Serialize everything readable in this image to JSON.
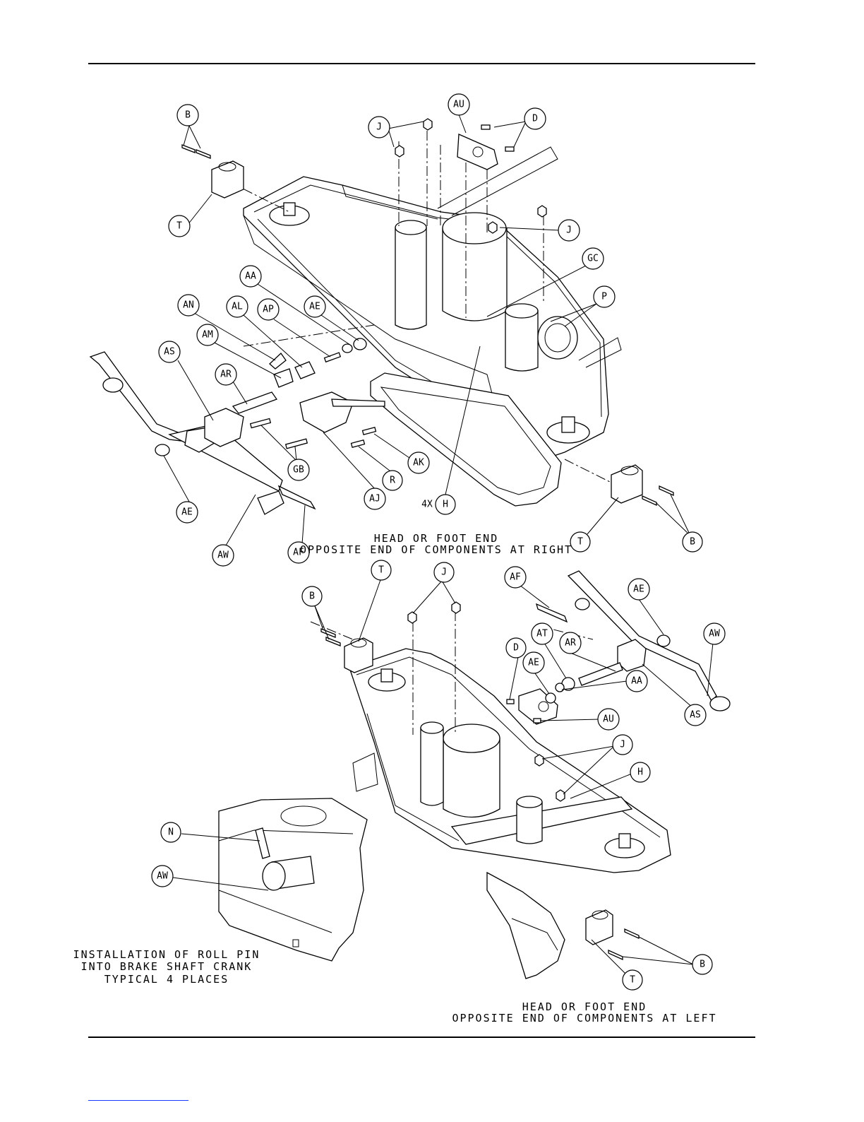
{
  "colors": {
    "ink": "#000000",
    "paper": "#ffffff",
    "link": "#1a3cff"
  },
  "captions": {
    "top_line1": "HEAD OR FOOT END",
    "top_line2": "OPPOSITE END OF COMPONENTS AT RIGHT",
    "inset_line1": "INSTALLATION OF ROLL PIN",
    "inset_line2": "INTO BRAKE SHAFT CRANK",
    "inset_line3": "TYPICAL 4 PLACES",
    "bottom_line1": "HEAD OR FOOT END",
    "bottom_line2": "OPPOSITE END OF COMPONENTS AT LEFT"
  },
  "labels": {
    "top": {
      "b1": "B",
      "t1": "T",
      "j1": "J",
      "au": "AU",
      "d": "D",
      "j2": "J",
      "gc": "GC",
      "p": "P",
      "aa": "AA",
      "an": "AN",
      "al": "AL",
      "ap": "AP",
      "ae1": "AE",
      "am": "AM",
      "as": "AS",
      "ar": "AR",
      "ae2": "AE",
      "gb": "GB",
      "aj": "AJ",
      "r": "R",
      "ak": "AK",
      "h": "H",
      "h_qty": "4X",
      "af": "AF",
      "aw": "AW",
      "t2": "T",
      "b2": "B"
    },
    "bottom": {
      "b1": "B",
      "t1": "T",
      "j1": "J",
      "af": "AF",
      "ae1": "AE",
      "aw": "AW",
      "at": "AT",
      "ar": "AR",
      "d": "D",
      "ae2": "AE",
      "aa": "AA",
      "as": "AS",
      "au": "AU",
      "j2": "J",
      "h": "H",
      "t2": "T",
      "b2": "B"
    },
    "inset": {
      "n": "N",
      "aw": "AW"
    }
  }
}
